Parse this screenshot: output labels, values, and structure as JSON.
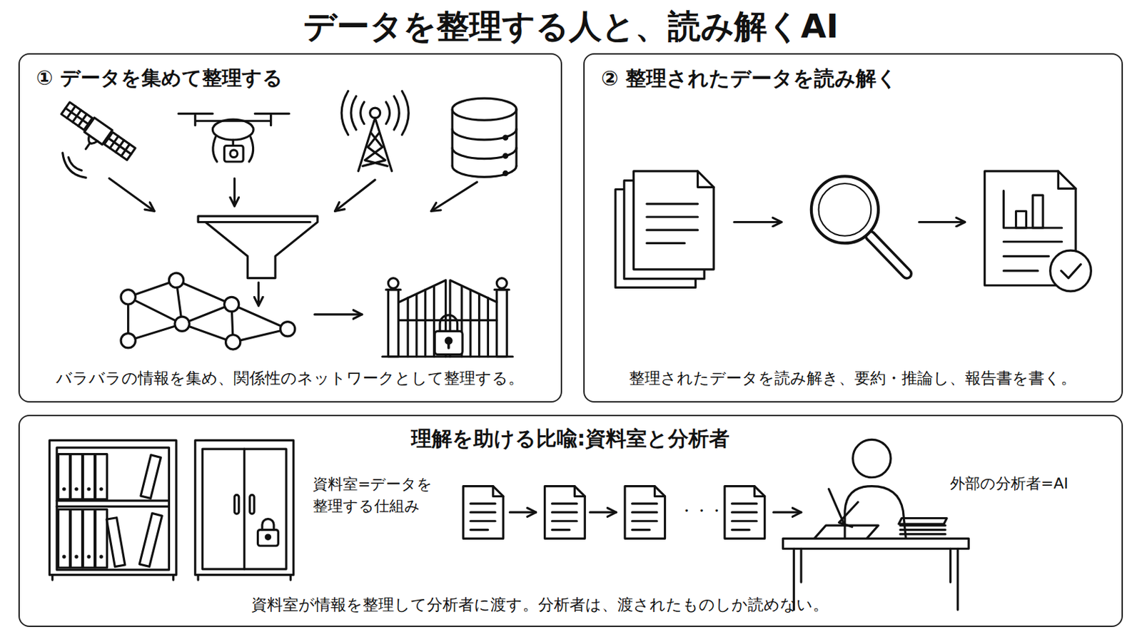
{
  "diagram": {
    "title": "データを整理する人と、読み解くAI",
    "nodes": [
      {
        "text": [
          "① データを集めて整理する",
          "バラバラの情報を集め、関係性のネットワークとして整理する。"
        ]
      },
      {
        "text": [
          "② 整理されたデータを読み解く",
          "整理されたデータを読み解き、要約・推論し、報告書を書く。"
        ]
      },
      {
        "text": [
          "理解を助ける比喩:資料室と分析者",
          "資料室が情報を整理して分析者に渡す。分析者は、渡されたものしか読めない。"
        ]
      }
    ],
    "labels": [
      "資料室=データを 整理する仕組み",
      "・・・",
      "外部の分析者=AI"
    ]
  }
}
